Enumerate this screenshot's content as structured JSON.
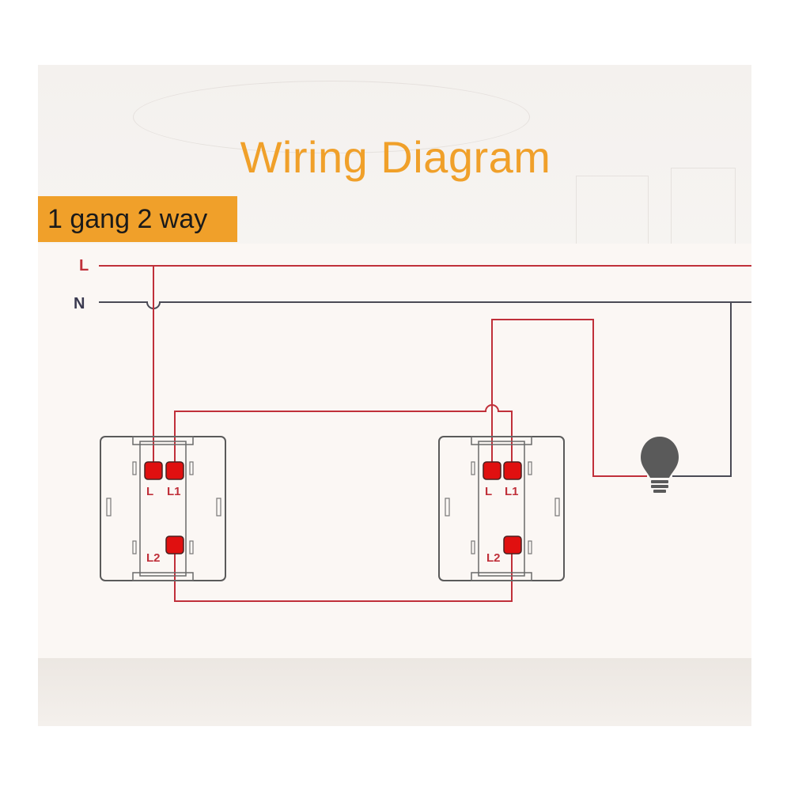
{
  "title": "Wiring Diagram",
  "badge": "1 gang 2 way",
  "lines": {
    "live": "L",
    "neutral": "N"
  },
  "switch_left": {
    "t1": "L",
    "t2": "L1",
    "t3": "L2"
  },
  "switch_right": {
    "t1": "L",
    "t2": "L1",
    "t3": "L2"
  },
  "colors": {
    "accent": "#f0a02a",
    "wire_red": "#c0303a",
    "wire_dark": "#4a4a55",
    "terminal": "#e01010"
  }
}
